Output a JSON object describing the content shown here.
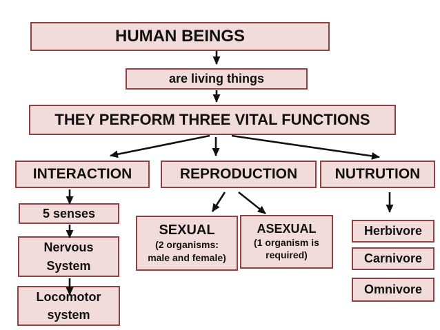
{
  "diagram_title": "HUMAN BEINGS",
  "colors": {
    "background": "#ffffff",
    "box_fill": "#f2dcdb",
    "box_border": "#8e4241",
    "arrow": "#111111",
    "text": "#111111"
  },
  "nodes": {
    "human_beings": {
      "label": "HUMAN BEINGS"
    },
    "are_living_things": {
      "label": "are living things"
    },
    "vital_functions": {
      "label": "THEY PERFORM THREE VITAL FUNCTIONS"
    },
    "interaction": {
      "label": "INTERACTION"
    },
    "reproduction": {
      "label": "REPRODUCTION"
    },
    "nutrution": {
      "label": "NUTRUTION"
    },
    "five_senses": {
      "label": "5 senses"
    },
    "nervous_system": {
      "line1": "Nervous",
      "line2": "System"
    },
    "locomotor_system": {
      "line1": "Locomotor",
      "line2": "system"
    },
    "sexual": {
      "title": "SEXUAL",
      "sub1": "(2 organisms:",
      "sub2": "male and female)"
    },
    "asexual": {
      "title": "ASEXUAL",
      "sub1": "(1 organism is",
      "sub2": "required)"
    },
    "herbivore": {
      "label": "Herbivore"
    },
    "carnivore": {
      "label": "Carnivore"
    },
    "omnivore": {
      "label": "Omnivore"
    }
  },
  "edges": [
    {
      "from": "HUMAN BEINGS",
      "to": "are living things"
    },
    {
      "from": "are living things",
      "to": "THEY PERFORM THREE VITAL FUNCTIONS"
    },
    {
      "from": "THEY PERFORM THREE VITAL FUNCTIONS",
      "to": "INTERACTION"
    },
    {
      "from": "THEY PERFORM THREE VITAL FUNCTIONS",
      "to": "REPRODUCTION"
    },
    {
      "from": "THEY PERFORM THREE VITAL FUNCTIONS",
      "to": "NUTRUTION"
    },
    {
      "from": "INTERACTION",
      "to": "5 senses"
    },
    {
      "from": "5 senses",
      "to": "Nervous System"
    },
    {
      "from": "Nervous System",
      "to": "Locomotor system"
    },
    {
      "from": "REPRODUCTION",
      "to": "SEXUAL"
    },
    {
      "from": "REPRODUCTION",
      "to": "ASEXUAL"
    },
    {
      "from": "NUTRUTION",
      "to": "Herbivore"
    }
  ]
}
